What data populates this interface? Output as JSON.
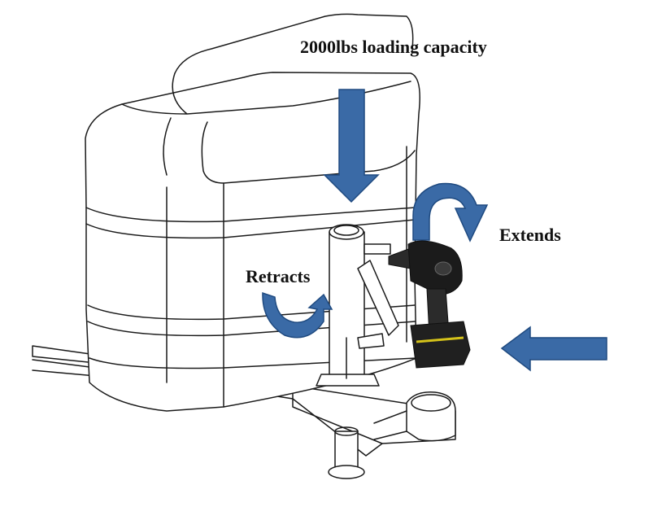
{
  "labels": {
    "capacity": "2000lbs loading capacity",
    "extends": "Extends",
    "retracts": "Retracts"
  },
  "colors": {
    "arrow_fill": "#3a6aa6",
    "arrow_stroke": "#1f4a80",
    "line": "#1a1a1a",
    "drill_body": "#1b1b1b",
    "battery_accent": "#d4c21a"
  },
  "icons": {
    "down_arrow": "arrow-down-icon",
    "left_arrow": "arrow-left-icon",
    "extend_rotation": "rotate-arrow-icon",
    "retract_rotation": "rotate-arrow-icon",
    "drill": "power-drill-icon"
  }
}
